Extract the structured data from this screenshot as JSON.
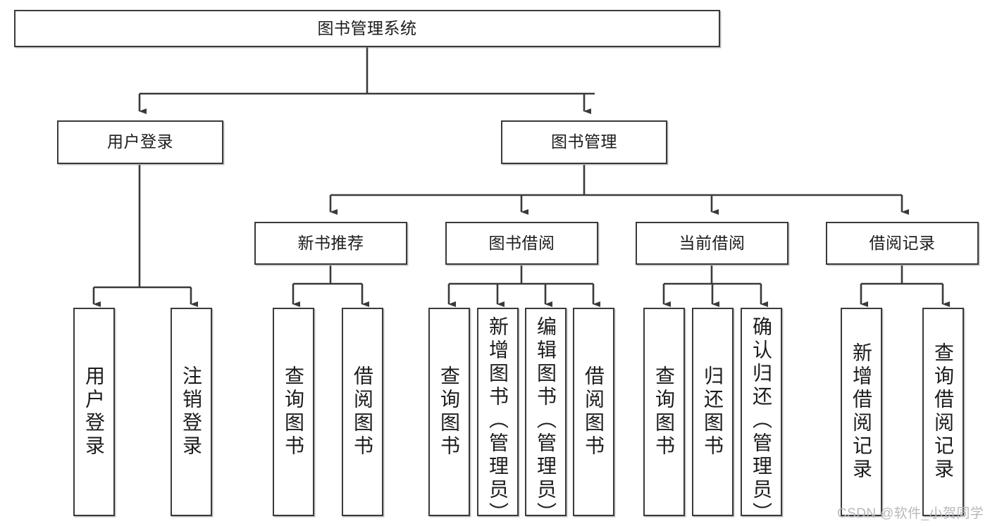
{
  "diagram": {
    "title": "图书管理系统",
    "type": "tree-hierarchy",
    "root": {
      "label": "图书管理系统"
    },
    "level2": [
      {
        "label": "用户登录"
      },
      {
        "label": "图书管理"
      }
    ],
    "level3": [
      {
        "label": "新书推荐"
      },
      {
        "label": "图书借阅"
      },
      {
        "label": "当前借阅"
      },
      {
        "label": "借阅记录"
      }
    ],
    "leaves": {
      "user_login": [
        {
          "label": "用户登录"
        },
        {
          "label": "注销登录"
        }
      ],
      "new_book_recommend": [
        {
          "label": "查询图书"
        },
        {
          "label": "借阅图书"
        }
      ],
      "book_borrow": [
        {
          "label": "查询图书"
        },
        {
          "label": "新增图书（管理员）"
        },
        {
          "label": "编辑图书（管理员）"
        },
        {
          "label": "借阅图书"
        }
      ],
      "current_borrow": [
        {
          "label": "查询图书"
        },
        {
          "label": "归还图书"
        },
        {
          "label": "确认归还（管理员）"
        }
      ],
      "borrow_record": [
        {
          "label": "新增借阅记录"
        },
        {
          "label": "查询借阅记录"
        }
      ]
    }
  },
  "watermark": {
    "text": "CSDN @软件_小贺同学"
  },
  "colors": {
    "border": "#3a3a3c",
    "text": "#1c1c1e",
    "background": "#ffffff",
    "watermark": "#b9b9bd"
  }
}
